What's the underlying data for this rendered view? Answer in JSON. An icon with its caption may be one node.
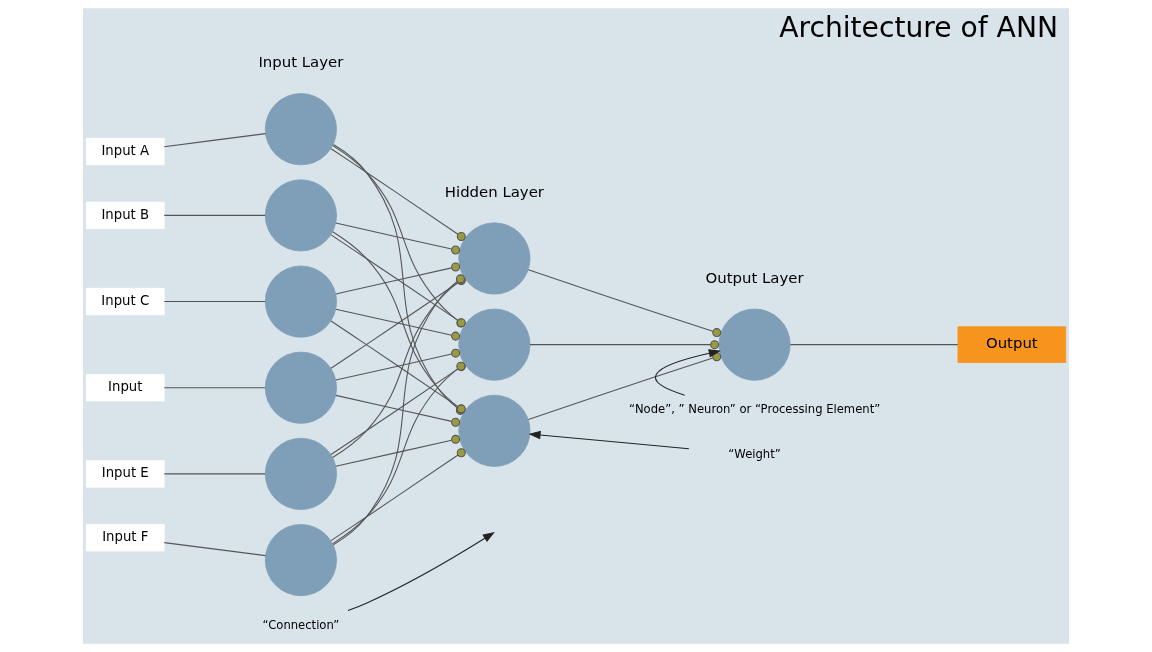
{
  "diagram": {
    "title": "Architecture of ANN",
    "nodes": [
      {
        "text": [
          "Input A"
        ]
      },
      {
        "text": [
          "Input B"
        ]
      },
      {
        "text": [
          "Input C"
        ]
      },
      {
        "text": [
          "Input"
        ]
      },
      {
        "text": [
          "Input E"
        ]
      },
      {
        "text": [
          "Input F"
        ]
      },
      {
        "text": [],
        "shape": "circle"
      },
      {
        "text": [],
        "shape": "circle"
      },
      {
        "text": [],
        "shape": "circle"
      },
      {
        "text": [],
        "shape": "circle"
      },
      {
        "text": [],
        "shape": "circle"
      },
      {
        "text": [],
        "shape": "circle"
      },
      {
        "text": [],
        "shape": "circle"
      },
      {
        "text": [],
        "shape": "circle"
      },
      {
        "text": [],
        "shape": "circle"
      },
      {
        "text": [],
        "shape": "circle"
      },
      {
        "text": [
          "Output"
        ]
      },
      {
        "text": [
          "“Node”, ” Neuron” or “Processing Element”"
        ]
      },
      {
        "text": [
          "“Weight”"
        ]
      },
      {
        "text": [
          "“Connection”"
        ]
      }
    ],
    "edges": [
      {
        "from": 0,
        "to": 6,
        "arrow": "none"
      },
      {
        "from": 1,
        "to": 7,
        "arrow": "none"
      },
      {
        "from": 2,
        "to": 8,
        "arrow": "none"
      },
      {
        "from": 3,
        "to": 9,
        "arrow": "none"
      },
      {
        "from": 4,
        "to": 10,
        "arrow": "none"
      },
      {
        "from": 5,
        "to": 11,
        "arrow": "none"
      },
      {
        "from": 6,
        "to": 12,
        "arrow": "other"
      },
      {
        "from": 6,
        "to": 13,
        "arrow": "other"
      },
      {
        "from": 6,
        "to": 14,
        "arrow": "other"
      },
      {
        "from": 7,
        "to": 12,
        "arrow": "other"
      },
      {
        "from": 7,
        "to": 13,
        "arrow": "other"
      },
      {
        "from": 7,
        "to": 14,
        "arrow": "other"
      },
      {
        "from": 8,
        "to": 12,
        "arrow": "other"
      },
      {
        "from": 8,
        "to": 13,
        "arrow": "other"
      },
      {
        "from": 8,
        "to": 14,
        "arrow": "other"
      },
      {
        "from": 9,
        "to": 12,
        "arrow": "other"
      },
      {
        "from": 9,
        "to": 13,
        "arrow": "other"
      },
      {
        "from": 9,
        "to": 14,
        "arrow": "other"
      },
      {
        "from": 10,
        "to": 12,
        "arrow": "other"
      },
      {
        "from": 10,
        "to": 13,
        "arrow": "other"
      },
      {
        "from": 10,
        "to": 14,
        "arrow": "other"
      },
      {
        "from": 11,
        "to": 12,
        "arrow": "other"
      },
      {
        "from": 11,
        "to": 13,
        "arrow": "other"
      },
      {
        "from": 11,
        "to": 14,
        "arrow": "other"
      },
      {
        "from": 12,
        "to": 15,
        "arrow": "other"
      },
      {
        "from": 13,
        "to": 15,
        "arrow": "other"
      },
      {
        "from": 14,
        "to": 15,
        "arrow": "other"
      },
      {
        "from": 15,
        "to": 16,
        "arrow": "none"
      },
      {
        "from": 17,
        "to": 15,
        "arrow": "to"
      },
      {
        "from": 18,
        "to": 14,
        "arrow": "to"
      },
      {
        "from": 19,
        "to": null,
        "arrow": "to"
      }
    ],
    "labels": [
      "Input Layer",
      "Hidden Layer",
      "Output Layer"
    ]
  }
}
